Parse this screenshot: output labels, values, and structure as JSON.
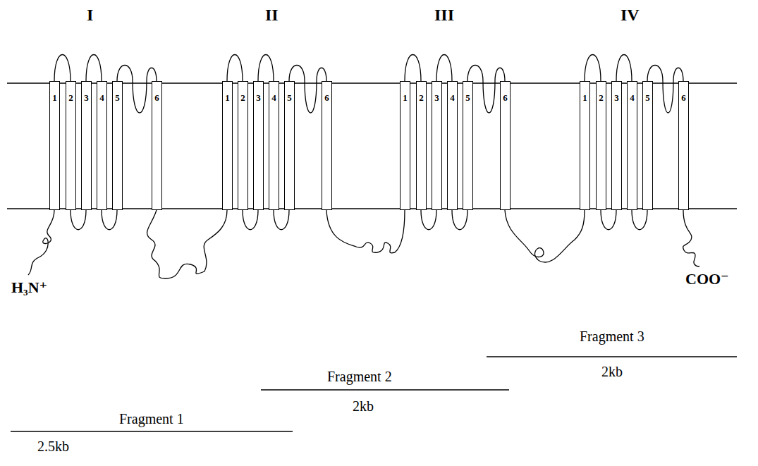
{
  "diagram": {
    "nodes": [
      {
        "text": [
          "1"
        ]
      },
      {
        "text": [
          "2"
        ]
      },
      {
        "text": [
          "3"
        ]
      },
      {
        "text": [
          "4"
        ]
      },
      {
        "text": [
          "5"
        ]
      },
      {
        "text": [
          "6"
        ]
      },
      {
        "text": [
          "1"
        ]
      },
      {
        "text": [
          "2"
        ]
      },
      {
        "text": [
          "3"
        ]
      },
      {
        "text": [
          "4"
        ]
      },
      {
        "text": [
          "5"
        ]
      },
      {
        "text": [
          "6"
        ]
      },
      {
        "text": [
          "1"
        ]
      },
      {
        "text": [
          "2"
        ]
      },
      {
        "text": [
          "3"
        ]
      },
      {
        "text": [
          "4"
        ]
      },
      {
        "text": [
          "5"
        ]
      },
      {
        "text": [
          "6"
        ]
      },
      {
        "text": [
          "1"
        ]
      },
      {
        "text": [
          "2"
        ]
      },
      {
        "text": [
          "3"
        ]
      },
      {
        "text": [
          "4"
        ]
      },
      {
        "text": [
          "5"
        ]
      },
      {
        "text": [
          "6"
        ]
      }
    ],
    "labels": [
      "I",
      "II",
      "III",
      "IV",
      "H₃N⁺",
      "COO⁻",
      "Fragment 3",
      "2kb",
      "Fragment 2",
      "2kb",
      "Fragment 1",
      "2.5kb"
    ]
  }
}
